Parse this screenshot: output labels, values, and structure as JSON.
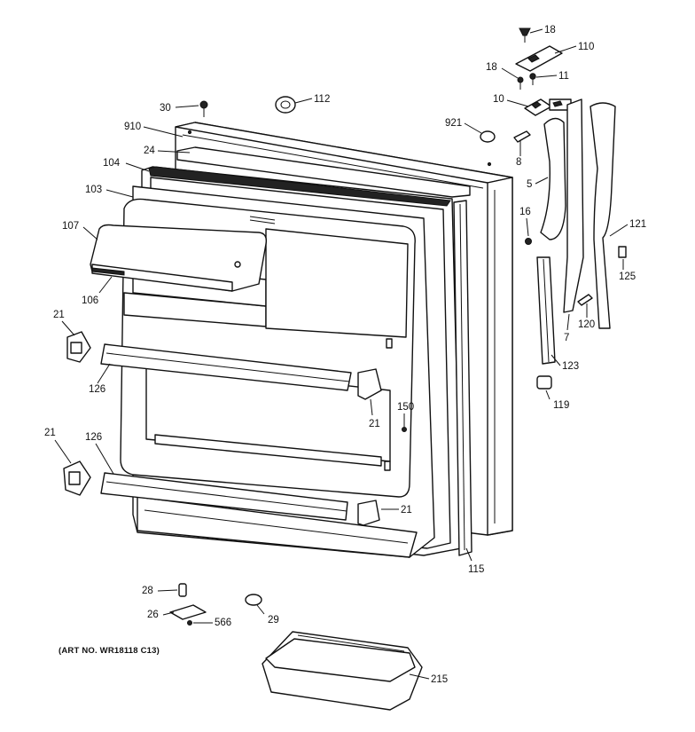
{
  "diagram": {
    "art_number": "(ART NO. WR18118 C13)",
    "callouts": [
      {
        "id": "c-18a",
        "label": "18"
      },
      {
        "id": "c-110",
        "label": "110"
      },
      {
        "id": "c-18b",
        "label": "18"
      },
      {
        "id": "c-11",
        "label": "11"
      },
      {
        "id": "c-10",
        "label": "10"
      },
      {
        "id": "c-30",
        "label": "30"
      },
      {
        "id": "c-112",
        "label": "112"
      },
      {
        "id": "c-910",
        "label": "910"
      },
      {
        "id": "c-921",
        "label": "921"
      },
      {
        "id": "c-24",
        "label": "24"
      },
      {
        "id": "c-8",
        "label": "8"
      },
      {
        "id": "c-104",
        "label": "104"
      },
      {
        "id": "c-5",
        "label": "5"
      },
      {
        "id": "c-103",
        "label": "103"
      },
      {
        "id": "c-16",
        "label": "16"
      },
      {
        "id": "c-121",
        "label": "121"
      },
      {
        "id": "c-107",
        "label": "107"
      },
      {
        "id": "c-125",
        "label": "125"
      },
      {
        "id": "c-106",
        "label": "106"
      },
      {
        "id": "c-120",
        "label": "120"
      },
      {
        "id": "c-21a",
        "label": "21"
      },
      {
        "id": "c-7",
        "label": "7"
      },
      {
        "id": "c-123",
        "label": "123"
      },
      {
        "id": "c-126a",
        "label": "126"
      },
      {
        "id": "c-119",
        "label": "119"
      },
      {
        "id": "c-21b",
        "label": "21"
      },
      {
        "id": "c-150",
        "label": "150"
      },
      {
        "id": "c-21c",
        "label": "21"
      },
      {
        "id": "c-126b",
        "label": "126"
      },
      {
        "id": "c-21d",
        "label": "21"
      },
      {
        "id": "c-115",
        "label": "115"
      },
      {
        "id": "c-28",
        "label": "28"
      },
      {
        "id": "c-26",
        "label": "26"
      },
      {
        "id": "c-566",
        "label": "566"
      },
      {
        "id": "c-29",
        "label": "29"
      },
      {
        "id": "c-215",
        "label": "215"
      }
    ]
  }
}
